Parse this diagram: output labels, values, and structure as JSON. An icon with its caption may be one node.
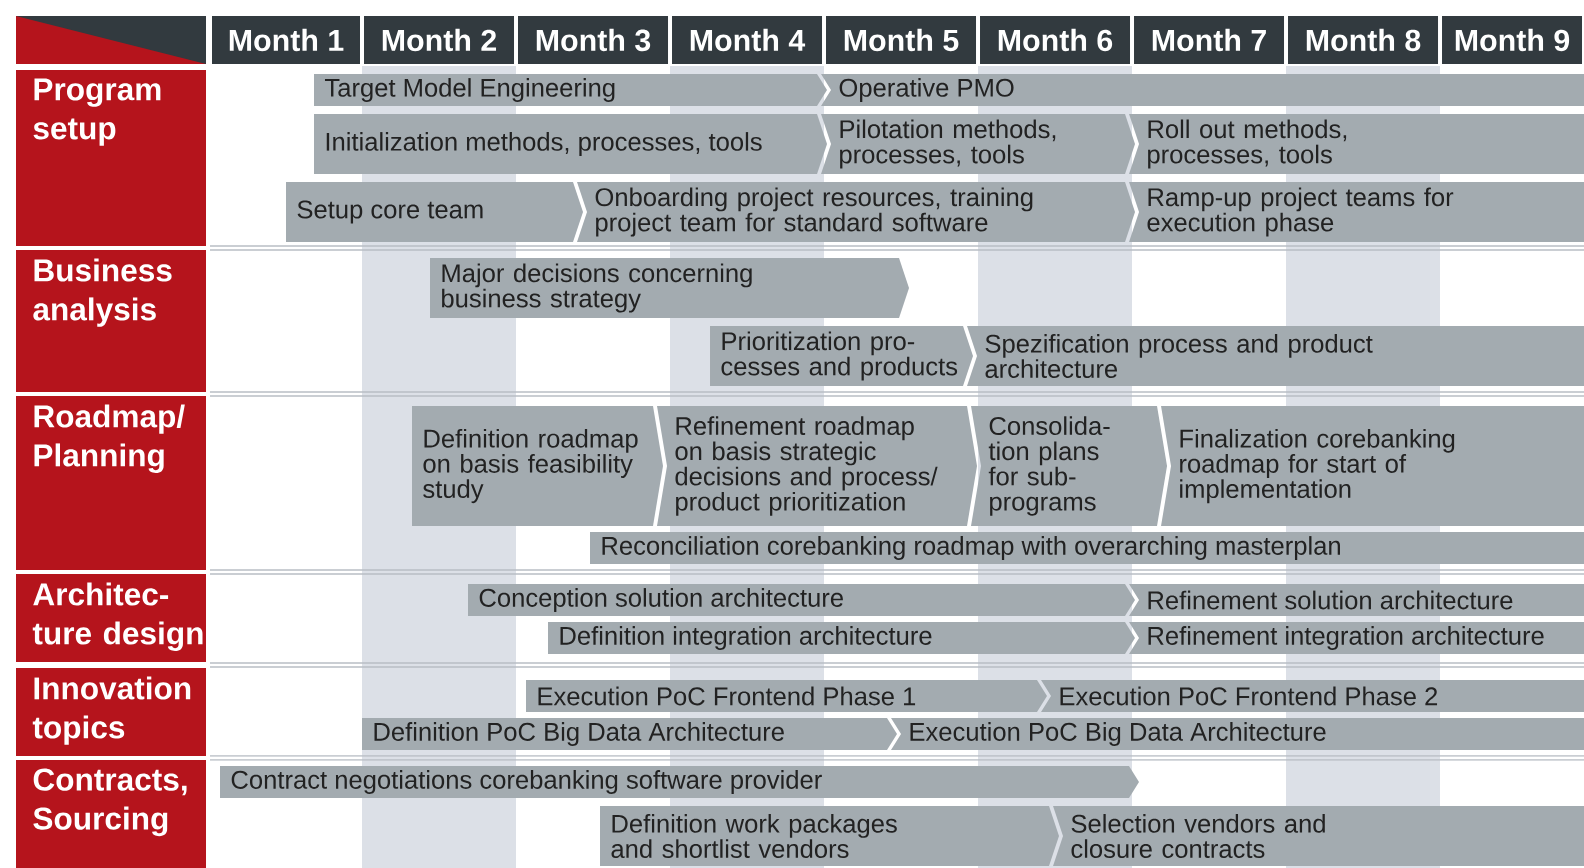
{
  "diagram": {
    "nodes": [
      {
        "text": [
          "Month 1"
        ]
      },
      {
        "text": [
          "Month 2"
        ]
      },
      {
        "text": [
          "Month 3"
        ]
      },
      {
        "text": [
          "Month 4"
        ]
      },
      {
        "text": [
          "Month 5"
        ]
      },
      {
        "text": [
          "Month 6"
        ]
      },
      {
        "text": [
          "Month 7"
        ]
      },
      {
        "text": [
          "Month 8"
        ]
      },
      {
        "text": [
          "Month 9"
        ]
      },
      {
        "text": [
          "Program setup"
        ]
      },
      {
        "text": [
          "Target Model Engineering"
        ]
      },
      {
        "text": [
          "Operative PMO"
        ]
      },
      {
        "text": [
          "Initialization methods, processes, tools"
        ]
      },
      {
        "text": [
          "Pilotation methods, processes, tools"
        ]
      },
      {
        "text": [
          "Roll out methods, processes, tools"
        ]
      },
      {
        "text": [
          "Setup core team"
        ]
      },
      {
        "text": [
          "Onboarding project resources, training project team for standard software"
        ]
      },
      {
        "text": [
          "Ramp-up project teams for execution phase"
        ]
      },
      {
        "text": [
          "Business analysis"
        ]
      },
      {
        "text": [
          "Major decisions concerning business strategy"
        ]
      },
      {
        "text": [
          "Prioritization pro- cesses and products"
        ]
      },
      {
        "text": [
          "Spezification process and product architecture"
        ]
      },
      {
        "text": [
          "Roadmap/ Planning"
        ]
      },
      {
        "text": [
          "Definition roadmap on basis feasibility study"
        ]
      },
      {
        "text": [
          "Refinement roadmap on basis strategic decisions and process/ product prioritization"
        ]
      },
      {
        "text": [
          "Consolida- tion plans for sub- programs"
        ]
      },
      {
        "text": [
          "Finalization corebanking roadmap for start of implementation"
        ]
      },
      {
        "text": [
          "Reconciliation corebanking roadmap with overarching masterplan"
        ]
      },
      {
        "text": [
          "Architec- ture design"
        ]
      },
      {
        "text": [
          "Conception solution architecture"
        ]
      },
      {
        "text": [
          "Refinement solution architecture"
        ]
      },
      {
        "text": [
          "Definition integration architecture"
        ]
      },
      {
        "text": [
          "Refinement integration architecture"
        ]
      },
      {
        "text": [
          "Innovation topics"
        ]
      },
      {
        "text": [
          "Execution PoC Frontend Phase 1"
        ]
      },
      {
        "text": [
          "Execution PoC Frontend Phase 2"
        ]
      },
      {
        "text": [
          "Definition PoC Big Data Architecture"
        ]
      },
      {
        "text": [
          "Execution PoC Big Data Architecture"
        ]
      },
      {
        "text": [
          "Contracts, Sourcing"
        ]
      },
      {
        "text": [
          "Contract negotiations corebanking software provider"
        ]
      },
      {
        "text": [
          "Definition work packages and shortlist vendors"
        ]
      },
      {
        "text": [
          "Selection vendors and closure contracts"
        ]
      }
    ]
  }
}
